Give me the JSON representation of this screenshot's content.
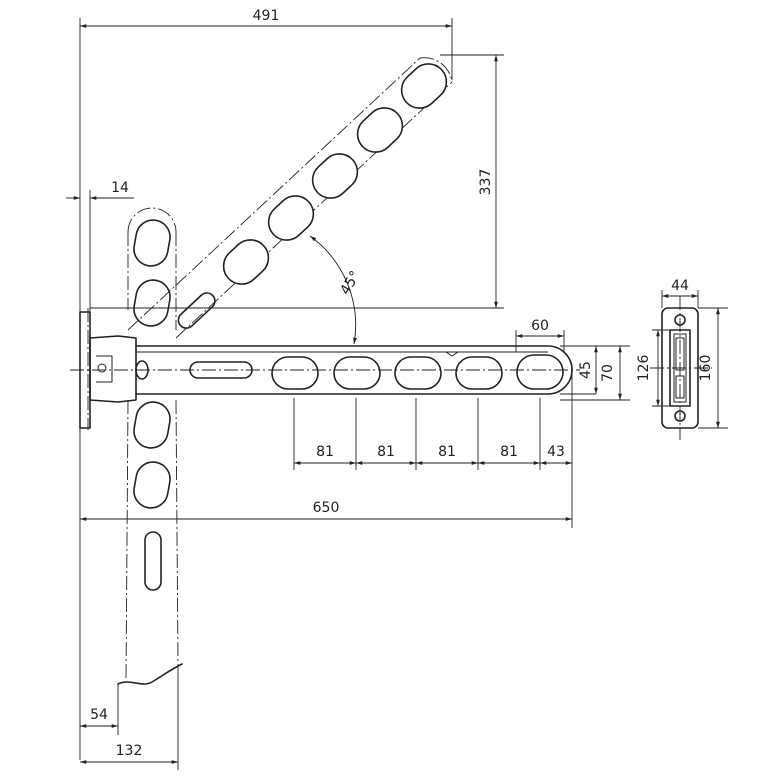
{
  "dimensions": {
    "top_width": "491",
    "wall_gap": "14",
    "diag_height": "337",
    "angle": "45°",
    "slot_width": "60",
    "arm_height": "45",
    "arm_height_outer": "70",
    "pitch_1": "81",
    "pitch_2": "81",
    "pitch_3": "81",
    "pitch_4": "81",
    "end_offset": "43",
    "total_length": "650",
    "post_offset": "54",
    "post_width": "132",
    "side_width": "44",
    "side_inner_height": "126",
    "side_outer_height": "160"
  }
}
